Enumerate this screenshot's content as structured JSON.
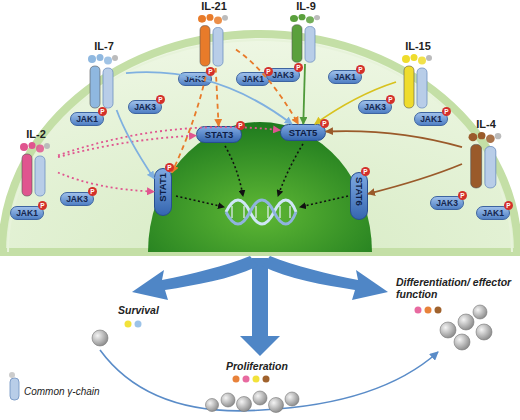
{
  "diagram": {
    "nodes": [
      {
        "text": [
          "IL-2"
        ]
      },
      {
        "text": [
          "JAK1"
        ]
      },
      {
        "text": [
          "JAK3"
        ]
      },
      {
        "text": [
          "IL-7"
        ]
      },
      {
        "text": [
          "JAK1"
        ]
      },
      {
        "text": [
          "JAK3"
        ]
      },
      {
        "text": [
          "IL-21"
        ]
      },
      {
        "text": [
          "JAK3"
        ]
      },
      {
        "text": [
          "JAK1"
        ]
      },
      {
        "text": [
          "IL-9"
        ]
      },
      {
        "text": [
          "JAK3"
        ]
      },
      {
        "text": [
          "JAK1"
        ]
      },
      {
        "text": [
          "IL-15"
        ]
      },
      {
        "text": [
          "JAK3"
        ]
      },
      {
        "text": [
          "JAK1"
        ]
      },
      {
        "text": [
          "IL-4"
        ]
      },
      {
        "text": [
          "JAK3"
        ]
      },
      {
        "text": [
          "JAK1"
        ]
      },
      {
        "text": [
          "STAT1"
        ]
      },
      {
        "text": [
          "STAT3"
        ]
      },
      {
        "text": [
          "STAT5"
        ]
      },
      {
        "text": [
          "STAT6"
        ]
      }
    ],
    "edges": [
      {
        "from": 0,
        "to": 18,
        "arrow": "to"
      },
      {
        "from": 0,
        "to": 19,
        "arrow": "to"
      },
      {
        "from": 0,
        "to": 20,
        "arrow": "to"
      },
      {
        "from": 3,
        "to": 18,
        "arrow": "to"
      },
      {
        "from": 3,
        "to": 20,
        "arrow": "to"
      },
      {
        "from": 6,
        "to": 18,
        "arrow": "to"
      },
      {
        "from": 6,
        "to": 19,
        "arrow": "to"
      },
      {
        "from": 6,
        "to": 20,
        "arrow": "to"
      },
      {
        "from": 9,
        "to": 20,
        "arrow": "to"
      },
      {
        "from": 12,
        "to": 20,
        "arrow": "to"
      },
      {
        "from": 15,
        "to": 20,
        "arrow": "to"
      },
      {
        "from": 15,
        "to": 21,
        "arrow": "to"
      }
    ],
    "labels": [
      "P",
      "P",
      "P",
      "P",
      "P",
      "P",
      "P",
      "P",
      "P",
      "P",
      "P",
      "P",
      "P",
      "P",
      "P",
      "P",
      "Survival",
      "Differentiation/ effector function",
      "Proliferation"
    ],
    "legend": [
      {
        "text": "Common γ-chain"
      }
    ]
  }
}
